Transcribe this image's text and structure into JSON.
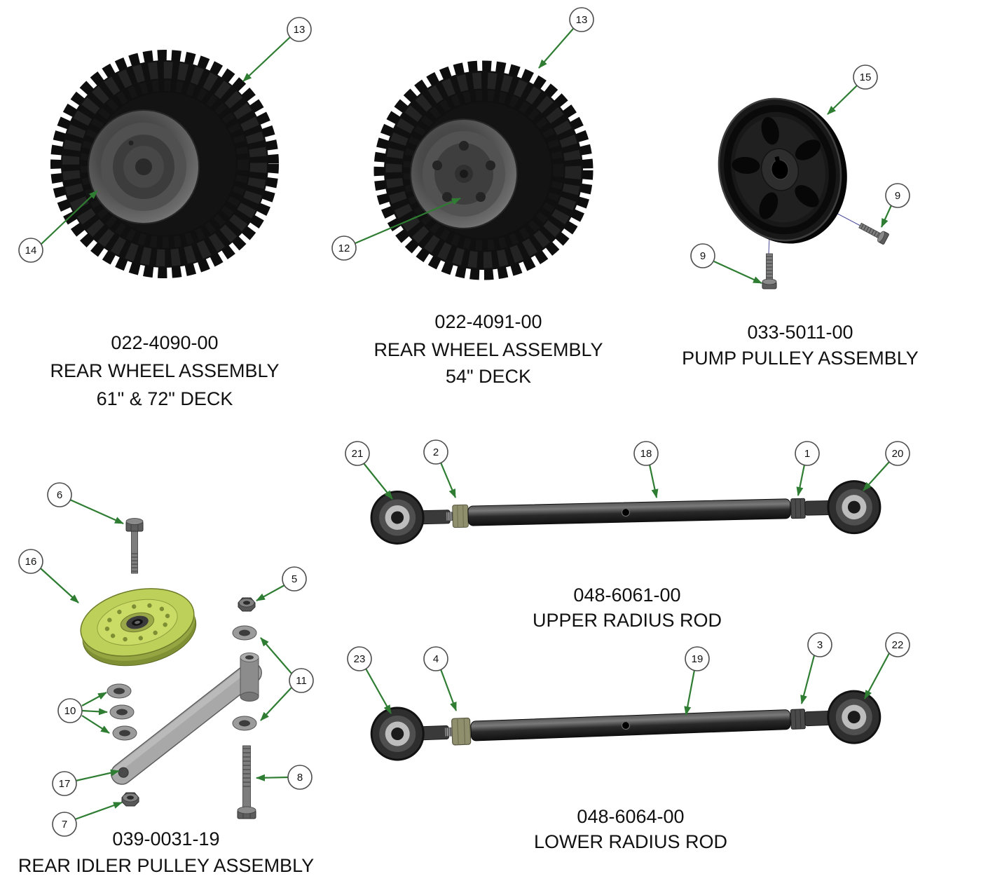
{
  "sections": {
    "wheel_61_72": {
      "part_number": "022-4090-00",
      "line1": "REAR WHEEL ASSEMBLY",
      "line2": "61\" & 72\" DECK"
    },
    "wheel_54": {
      "part_number": "022-4091-00",
      "line1": "REAR WHEEL ASSEMBLY",
      "line2": "54\" DECK"
    },
    "pump_pulley": {
      "part_number": "033-5011-00",
      "line1": "PUMP PULLEY ASSEMBLY"
    },
    "idler_pulley": {
      "part_number": "039-0031-19",
      "line1": "REAR IDLER PULLEY ASSEMBLY"
    },
    "upper_radius_rod": {
      "part_number": "048-6061-00",
      "line1": "UPPER RADIUS ROD"
    },
    "lower_radius_rod": {
      "part_number": "048-6064-00",
      "line1": "LOWER RADIUS ROD"
    }
  },
  "callouts": {
    "n1": "1",
    "n2": "2",
    "n3": "3",
    "n4": "4",
    "n5": "5",
    "n6": "6",
    "n7": "7",
    "n8": "8",
    "n9": "9",
    "n10": "10",
    "n11": "11",
    "n12": "12",
    "n13": "13",
    "n14": "14",
    "n15": "15",
    "n16": "16",
    "n17": "17",
    "n18": "18",
    "n19": "19",
    "n20": "20",
    "n21": "21",
    "n22": "22",
    "n23": "23"
  },
  "colors": {
    "arrow-green": "#2e7d32",
    "callout-stroke": "#4d4d4d",
    "idler-pulley-green": "#bcd05a",
    "leader-blue": "#4a4a9c",
    "background": "#ffffff"
  }
}
